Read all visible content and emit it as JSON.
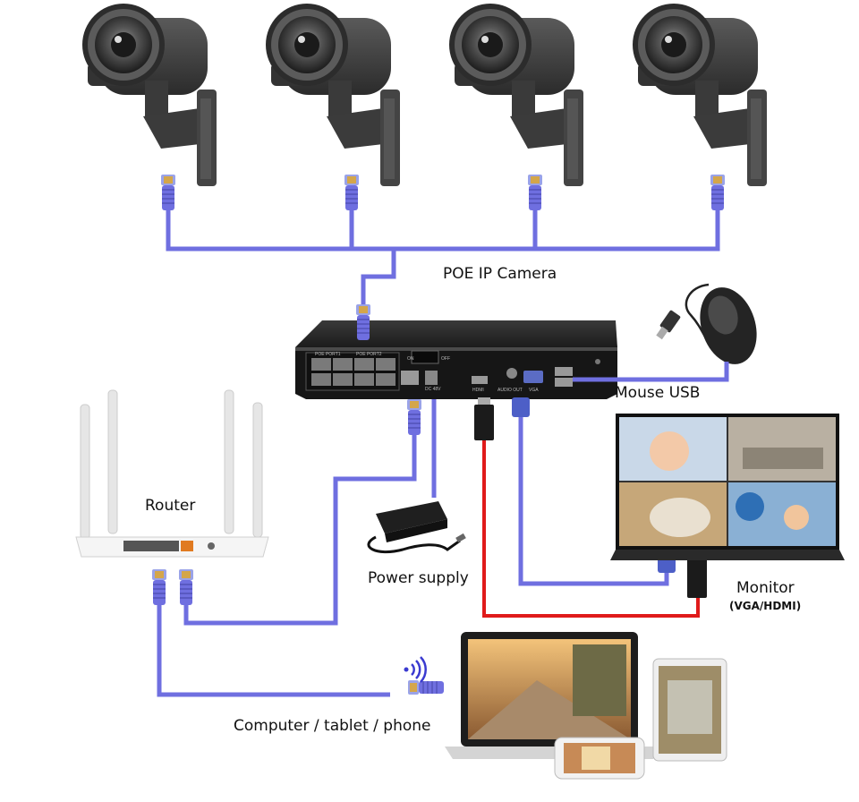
{
  "labels": {
    "poe": "POE IP Camera",
    "mouse": "Mouse USB",
    "router": "Router",
    "power": "Power supply",
    "monitor": "Monitor",
    "monitor_sub": "(VGA/HDMI)",
    "devices": "Computer / tablet / phone"
  },
  "nvr_ports": {
    "poe1": "POE PORT1",
    "poe2": "POE PORT2",
    "on": "ON",
    "off": "OFF",
    "hdmi": "HDMI",
    "audio": "AUDIO OUT",
    "vga": "VGA",
    "dc": "DC 48V"
  },
  "colors": {
    "cable": "#6f6fe0",
    "hdmi_cable": "#e01b1b",
    "device_dark": "#2a2a2a",
    "camera_body": "#3d3d3d"
  }
}
